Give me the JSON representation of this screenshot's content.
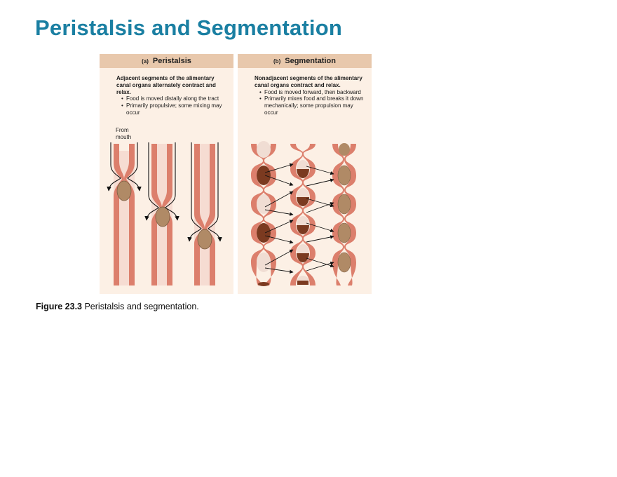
{
  "slide": {
    "title": "Peristalsis and Segmentation"
  },
  "panels": [
    {
      "letter": "(a)",
      "name": "Peristalsis",
      "intro": "Adjacent segments of the alimentary canal organs alternately contract and relax.",
      "bullets": [
        "Food is moved distally along the tract",
        "Primarily propulsive; some mixing may occur"
      ],
      "from_label": "From mouth"
    },
    {
      "letter": "(b)",
      "name": "Segmentation",
      "intro": "Nonadjacent segments of the alimentary canal organs contract and relax.",
      "bullets": [
        "Food is moved forward, then backward",
        "Primarily mixes food and breaks it down mechanically; some propulsion may occur"
      ]
    }
  ],
  "caption": {
    "label": "Figure 23.3",
    "text": " Peristalsis and segmentation."
  },
  "colors": {
    "title": "#1a7fa2",
    "panel_bg": "#fcf0e5",
    "panel_header": "#e8c8ac",
    "muscle_wall": "#dc7f6c",
    "lumen": "#f6dcd2",
    "food_bolus": "#b08a66",
    "dark_food": "#7b3a20"
  }
}
